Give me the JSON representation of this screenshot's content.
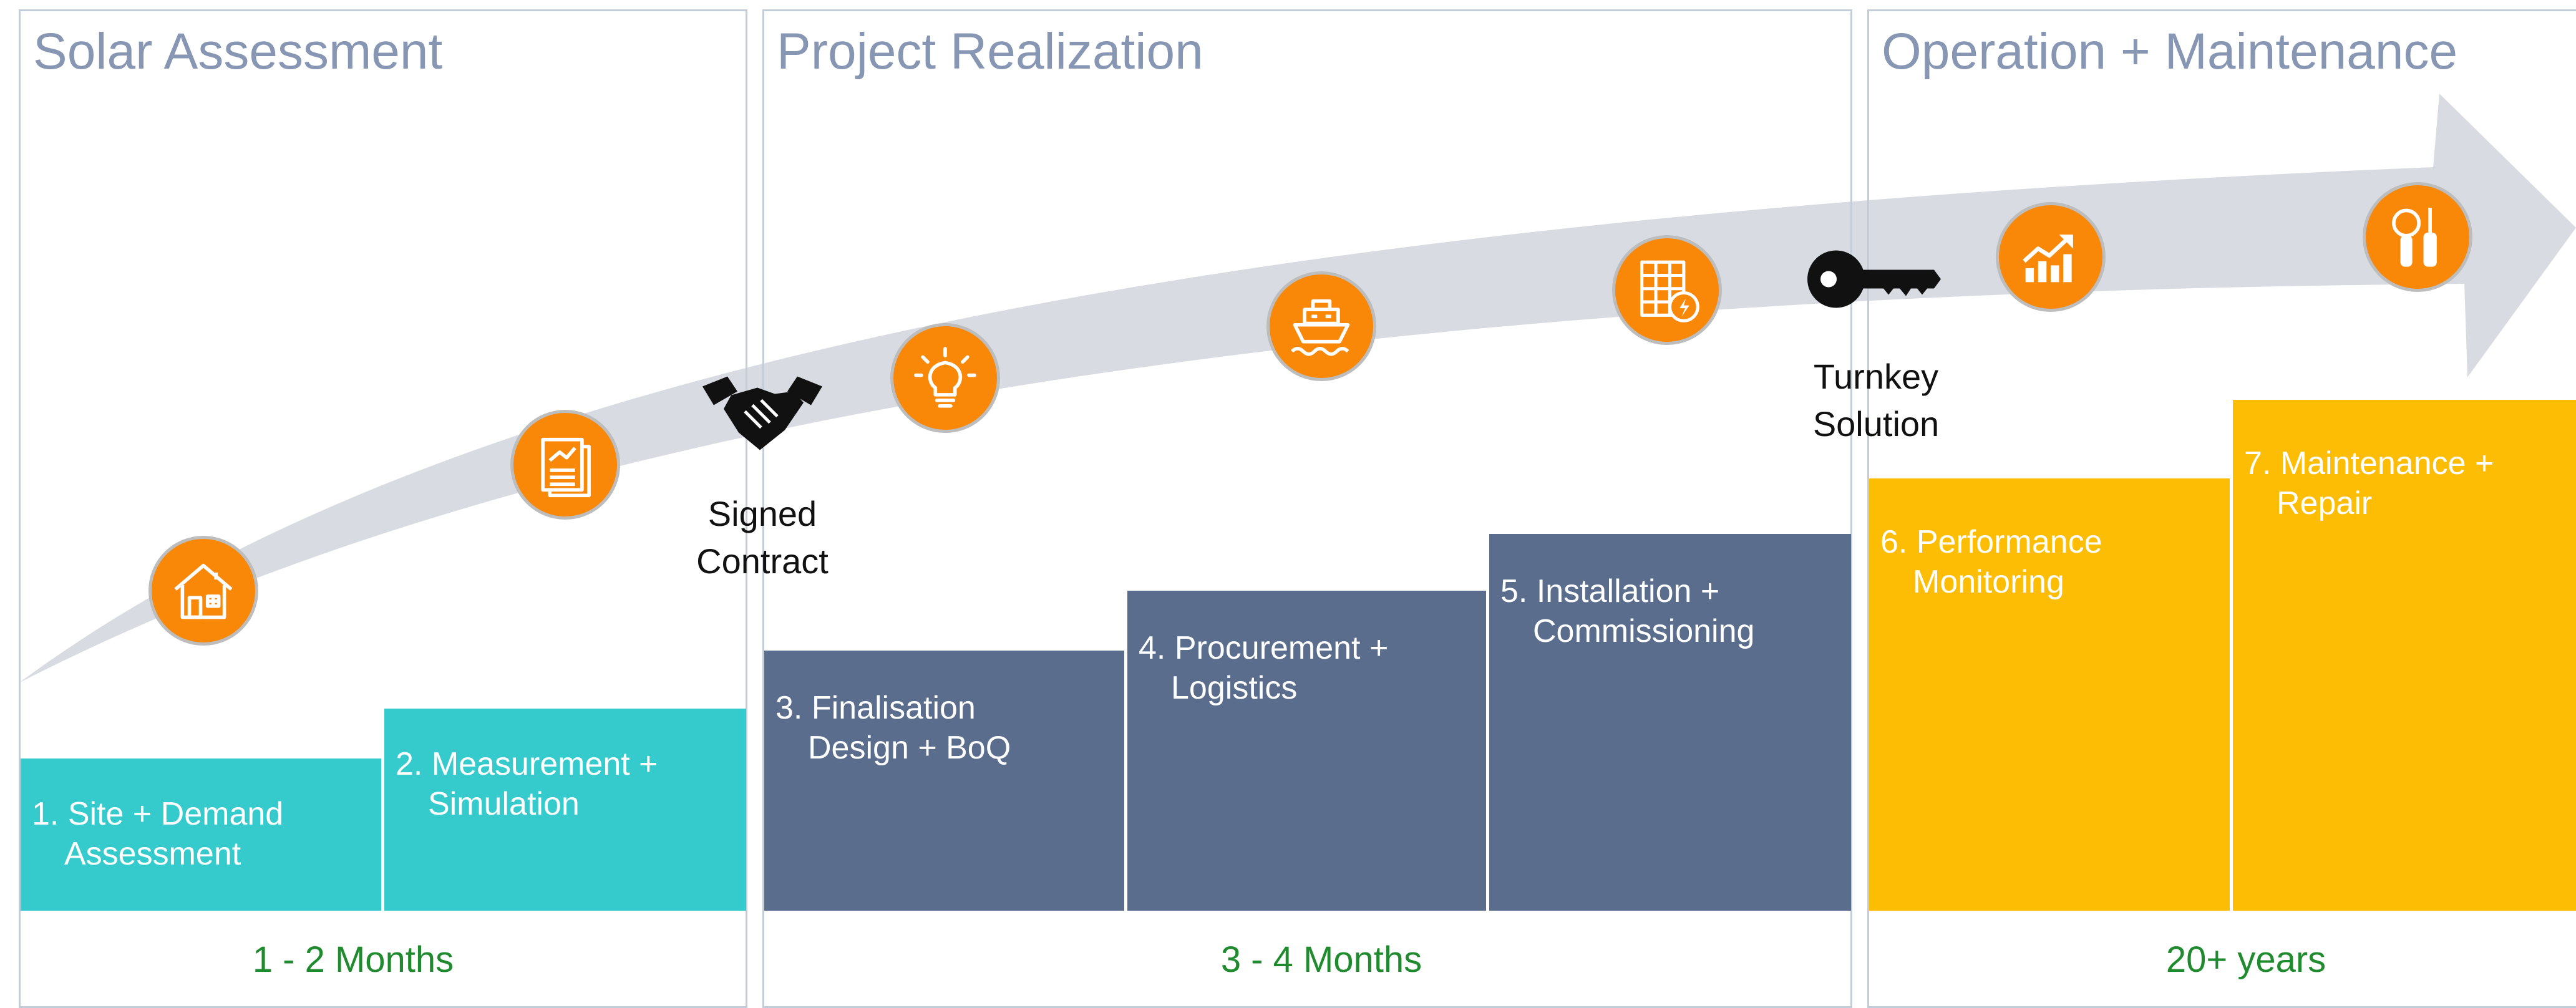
{
  "phases": [
    {
      "title": "Solar Assessment",
      "duration": "1 - 2 Months"
    },
    {
      "title": "Project Realization",
      "duration": "3 - 4 Months"
    },
    {
      "title": "Operation + Maintenance",
      "duration": "20+ years"
    }
  ],
  "steps": [
    {
      "line1": "1. Site + Demand",
      "line2": "Assessment",
      "color": "#35cbcd"
    },
    {
      "line1": "2. Measurement +",
      "line2": "Simulation",
      "color": "#35cbcd"
    },
    {
      "line1": "3. Finalisation",
      "line2": "Design + BoQ",
      "color": "#5a6d8c"
    },
    {
      "line1": "4. Procurement +",
      "line2": "Logistics",
      "color": "#5a6d8c"
    },
    {
      "line1": "5. Installation  +",
      "line2": "Commissioning",
      "color": "#5a6d8c"
    },
    {
      "line1": "6. Performance",
      "line2": "Monitoring",
      "color": "#fdbd04"
    },
    {
      "line1": "7. Maintenance +",
      "line2": "Repair",
      "color": "#fdbd04"
    }
  ],
  "milestones": [
    {
      "line1": "Signed",
      "line2": "Contract",
      "icon": "handshake-icon"
    },
    {
      "line1": "Turnkey",
      "line2": "Solution",
      "icon": "key-icon"
    }
  ],
  "icons": [
    "house-icon",
    "report-chart-icon",
    "lightbulb-icon",
    "ship-icon",
    "solar-panel-icon",
    "growth-chart-icon",
    "magnifier-screwdriver-icon"
  ],
  "colors": {
    "accent_orange": "#f98708",
    "arrow": "#d8dce2",
    "duration_text": "#1f8a2e",
    "phase_title": "#8696b3"
  }
}
